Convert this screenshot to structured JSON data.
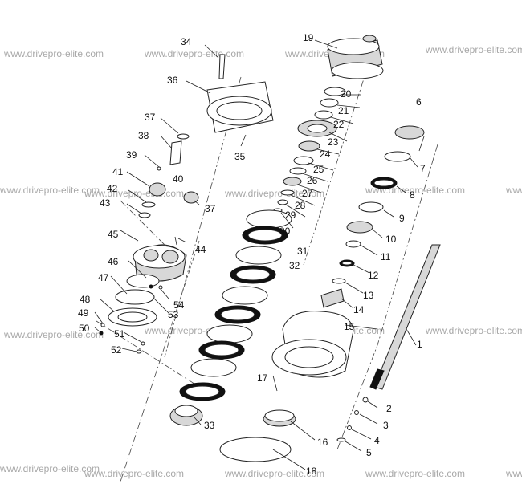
{
  "watermark_text": "www.drivepro-elite.com",
  "callouts": [
    "1",
    "2",
    "3",
    "4",
    "5",
    "6",
    "7",
    "8",
    "9",
    "10",
    "11",
    "12",
    "13",
    "14",
    "15",
    "16",
    "17",
    "18",
    "19",
    "20",
    "21",
    "22",
    "23",
    "24",
    "25",
    "26",
    "27",
    "28",
    "29",
    "30",
    "31",
    "32",
    "33",
    "34",
    "35",
    "36",
    "37",
    "38",
    "39",
    "40",
    "41",
    "42",
    "37",
    "43",
    "44",
    "45",
    "46",
    "47",
    "48",
    "49",
    "50",
    "51",
    "52",
    "53",
    "54"
  ]
}
